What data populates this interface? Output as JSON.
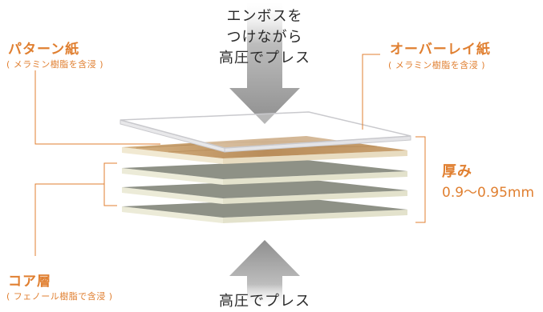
{
  "press_top": {
    "lines": [
      "エンボスを",
      "つけながら",
      "高圧でプレス"
    ]
  },
  "press_bottom": {
    "text": "高圧でプレス"
  },
  "pattern_paper": {
    "title": "パターン紙",
    "subtitle": "( メラミン樹脂を含浸 )"
  },
  "overlay_paper": {
    "title": "オーバーレイ紙",
    "subtitle": "( メラミン樹脂を含浸 )"
  },
  "core_layer": {
    "title": "コア層",
    "subtitle": "( フェノール樹脂で含浸 )"
  },
  "thickness": {
    "title": "厚み",
    "value": "0.9〜0.95mm"
  },
  "colors": {
    "accent": "#e07f30",
    "arrow": "#9d9d9d",
    "core_sheet": "#8e9186",
    "core_edge": "#ecebd8",
    "wood_sheet": "#c49a66"
  }
}
